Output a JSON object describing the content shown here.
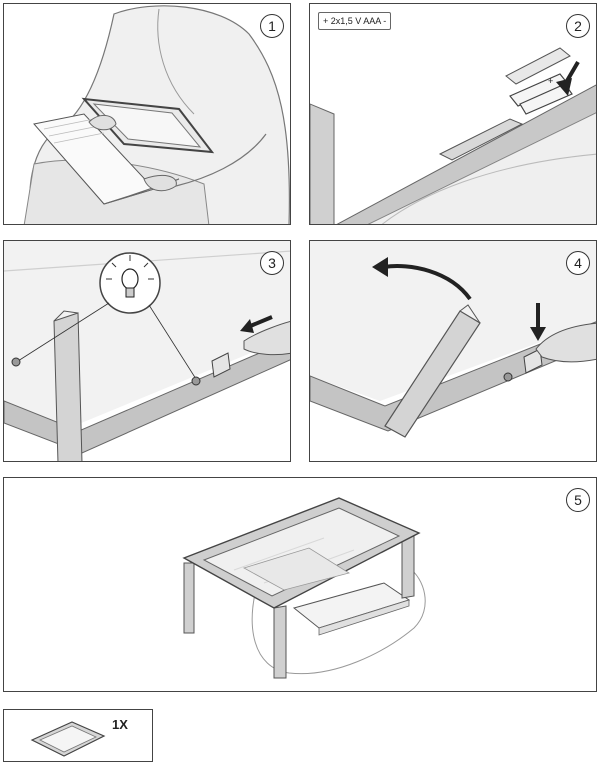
{
  "steps": [
    {
      "number": "1"
    },
    {
      "number": "2",
      "battery_label": "+ 2x1,5 V AAA -"
    },
    {
      "number": "3"
    },
    {
      "number": "4"
    },
    {
      "number": "5"
    }
  ],
  "contents": {
    "quantity": "1X"
  },
  "colors": {
    "outline": "#444444",
    "lens": "#eeeeee",
    "frame": "#bdbdbd",
    "figure": "#e4e4e4"
  },
  "icons": [
    "light-bulb-icon",
    "arrow-icon",
    "curved-arrow-icon",
    "battery-icon"
  ]
}
